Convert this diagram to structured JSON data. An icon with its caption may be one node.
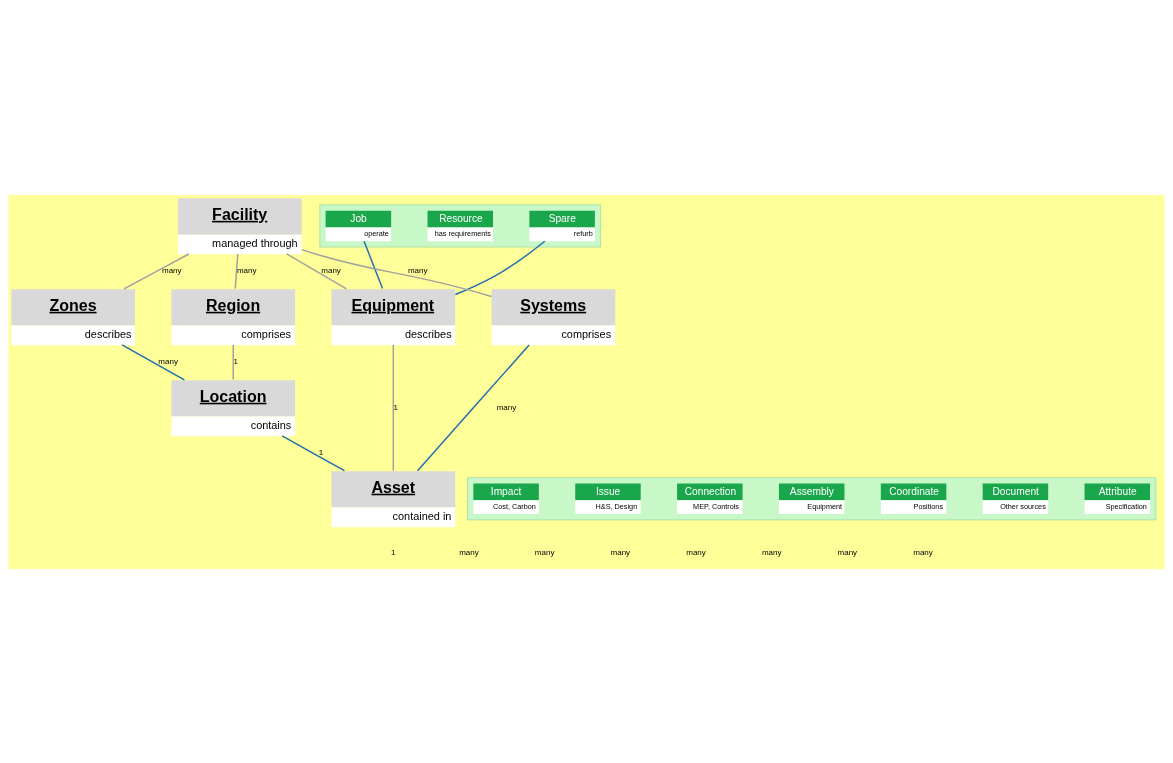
{
  "diagram": {
    "nodes": [
      {
        "text": [],
        "shape": "box"
      },
      {
        "text": [
          "Job",
          "operate"
        ],
        "in": 0
      },
      {
        "text": [
          "Resource",
          "has requirements"
        ],
        "in": 0
      },
      {
        "text": [
          "Spare",
          "refurb"
        ],
        "in": 0
      },
      {
        "text": [
          "Facility",
          "managed through"
        ]
      },
      {
        "text": [
          "Zones",
          "describes"
        ]
      },
      {
        "text": [
          "Region",
          "comprises"
        ]
      },
      {
        "text": [
          "Equipment",
          "describes"
        ]
      },
      {
        "text": [
          "Systems",
          "comprises"
        ]
      },
      {
        "text": [
          "Location",
          "contains"
        ]
      },
      {
        "text": [
          "Asset",
          "contained in"
        ]
      },
      {
        "text": [],
        "shape": "box"
      },
      {
        "text": [
          "Impact",
          "Cost, Carbon"
        ],
        "in": 11
      },
      {
        "text": [
          "Issue",
          "H&S, Design"
        ],
        "in": 11
      },
      {
        "text": [
          "Connection",
          "MEP, Controls"
        ],
        "in": 11
      },
      {
        "text": [
          "Assembly",
          "Equipment"
        ],
        "in": 11
      },
      {
        "text": [
          "Coordinate",
          "Positions"
        ],
        "in": 11
      },
      {
        "text": [
          "Document",
          "Other sources"
        ],
        "in": 11
      },
      {
        "text": [
          "Attribute",
          "Specification"
        ],
        "in": 11
      }
    ],
    "edges": [
      {
        "from": 1,
        "to": 7,
        "arrow": "none",
        "color": "#1f6fb0"
      },
      {
        "from": 3,
        "to": 7,
        "arrow": "none",
        "color": "#1f6fb0"
      },
      {
        "from": 4,
        "to": 5,
        "arrow": "none",
        "label": "many"
      },
      {
        "from": 4,
        "to": 6,
        "arrow": "none",
        "label": "many"
      },
      {
        "from": 4,
        "to": 7,
        "arrow": "none",
        "label": "many"
      },
      {
        "from": 4,
        "to": 8,
        "arrow": "none",
        "label": "many"
      },
      {
        "from": 5,
        "to": 9,
        "arrow": "none",
        "label": "many",
        "color": "#1f6fb0"
      },
      {
        "from": 6,
        "to": 9,
        "arrow": "none",
        "label": "1"
      },
      {
        "from": 7,
        "to": 10,
        "arrow": "none",
        "label": "1"
      },
      {
        "from": 9,
        "to": 10,
        "arrow": "none",
        "label": "1",
        "color": "#1f6fb0"
      },
      {
        "from": 8,
        "to": 10,
        "arrow": "none",
        "label": "many",
        "color": "#1f6fb0"
      }
    ],
    "labels": [
      "1",
      "many",
      "many",
      "many",
      "many",
      "many",
      "many",
      "many"
    ]
  }
}
